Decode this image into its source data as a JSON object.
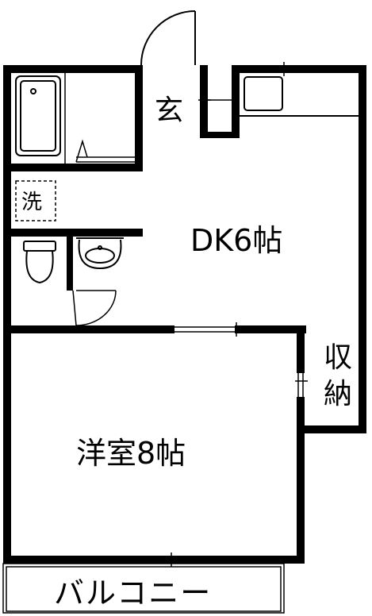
{
  "rooms": {
    "genkan": "玄",
    "sentaku": "洗",
    "dining_kitchen": "DK6帖",
    "youshitsu": "洋室8帖",
    "shuno_line1": "収",
    "shuno_line2": "納",
    "balcony": "バルコニー"
  },
  "colors": {
    "wall": "#000000",
    "thin_line": "#000000",
    "background": "#ffffff"
  }
}
